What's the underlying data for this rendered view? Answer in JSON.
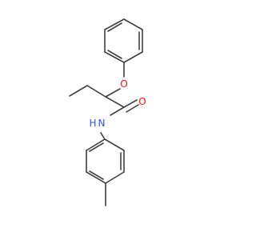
{
  "atoms": {
    "oxygen_ether": "O",
    "oxygen_carbonyl": "O",
    "nitrogen": "N",
    "hydrogen": "H"
  },
  "colors": {
    "bond": "#404040",
    "oxygen": "#ff0d0d",
    "nitrogen": "#3050f8"
  }
}
